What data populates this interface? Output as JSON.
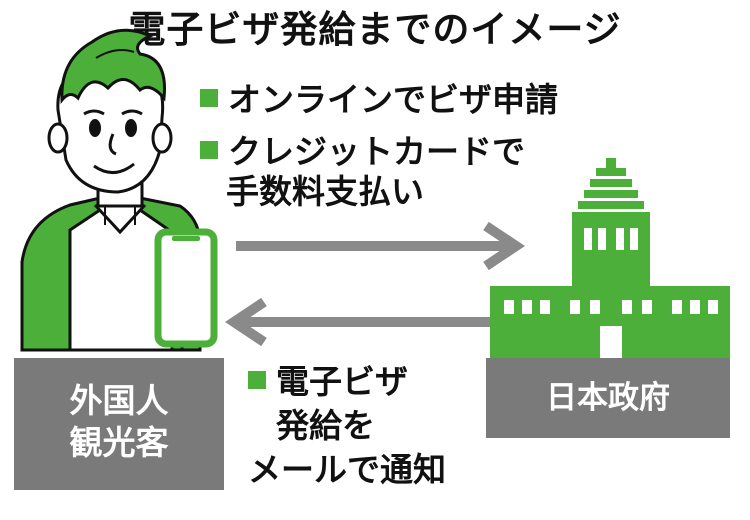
{
  "title": "電子ビザ発給までのイメージ",
  "steps": [
    {
      "text": "オンラインでビザ申請"
    },
    {
      "line1": "クレジットカードで",
      "line2": "手数料支払い"
    },
    {
      "line1": "電子ビザ",
      "line2": "発給を",
      "line3": "メールで通知"
    }
  ],
  "actors": {
    "tourist": {
      "line1": "外国人",
      "line2": "観光客"
    },
    "government": {
      "label": "日本政府"
    }
  },
  "colors": {
    "accent_green": "#4caf3a",
    "label_gray": "#7a7a7a",
    "arrow_gray": "#8a8a8a"
  },
  "icons": [
    "person-icon",
    "smartphone-icon",
    "parliament-building-icon",
    "arrow-right-icon",
    "arrow-left-icon"
  ]
}
